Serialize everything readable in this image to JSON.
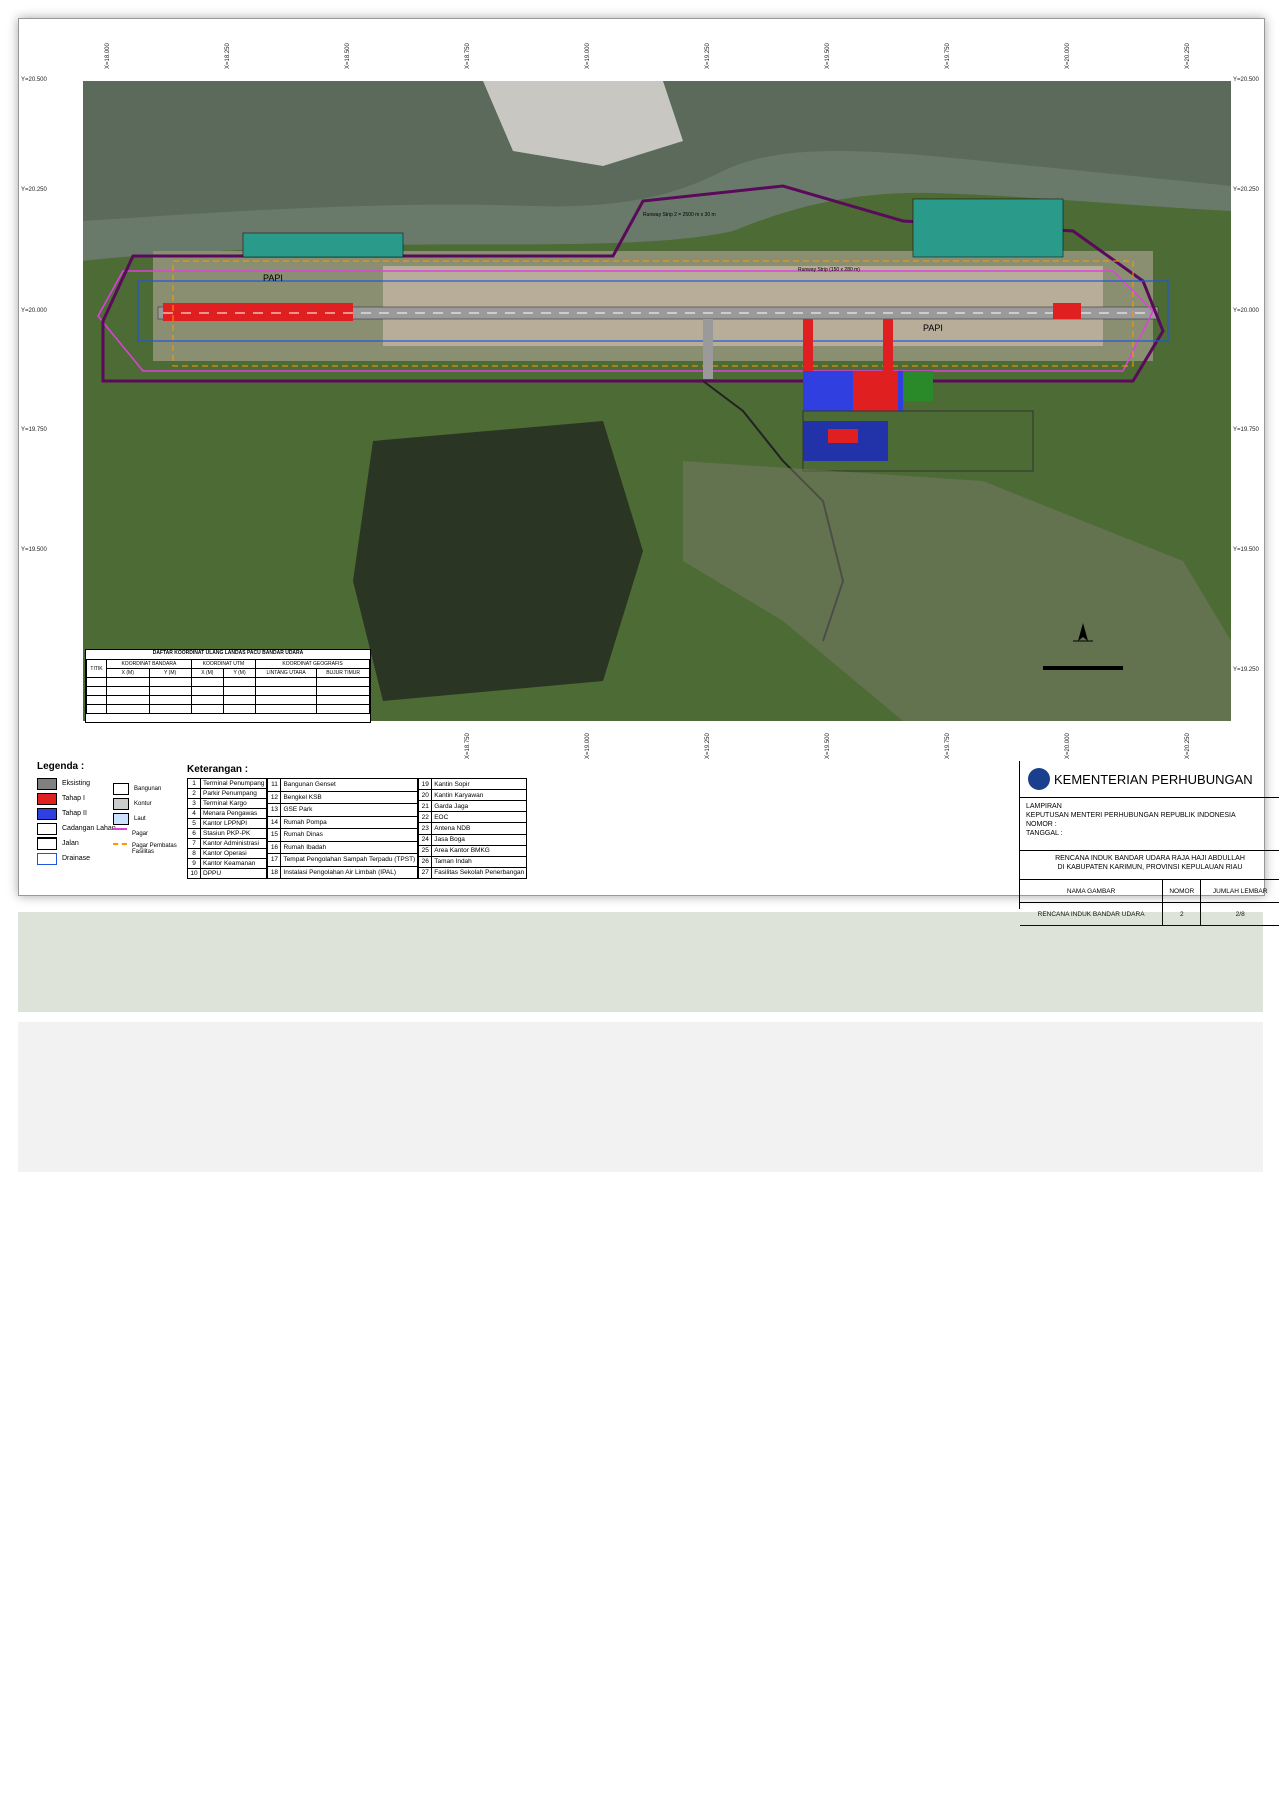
{
  "grid_labels": {
    "y_left": [
      "Y=20.500",
      "Y=20.250",
      "Y=20.000",
      "Y=19.750",
      "Y=19.500"
    ],
    "y_right": [
      "Y=20.500",
      "Y=20.250",
      "Y=20.000",
      "Y=19.750",
      "Y=19.500",
      "Y=19.250"
    ],
    "x_top": [
      "X=18.000",
      "X=18.250",
      "X=18.500",
      "X=18.750",
      "X=19.000",
      "X=19.250",
      "X=19.500",
      "X=19.750",
      "X=20.000",
      "X=20.250"
    ],
    "x_bottom": [
      "X=18.750",
      "X=19.000",
      "X=19.250",
      "X=19.500",
      "X=19.750",
      "X=20.000",
      "X=20.250"
    ]
  },
  "map_labels": {
    "papi_left": "PAPI",
    "papi_right": "PAPI",
    "runway_strip": "Runway Strip (150 x 280 m)",
    "runway": "Runway Strip 2 = 2500 m x 30 m"
  },
  "coordinate_table": {
    "title": "DAFTAR KOORDINAT ULANG LANDAS PACU BANDAR UDARA",
    "col_titik": "TITIK",
    "col_bandara": "KOORDINAT BANDARA",
    "col_utm": "KOORDINAT UTM",
    "col_geo": "KOORDINAT GEOGRAFIS",
    "sub": [
      "X (M)",
      "Y (M)",
      "X (M)",
      "Y (M)",
      "LINTANG UTARA",
      "BUJUR TIMUR"
    ]
  },
  "legend": {
    "title": "Legenda :",
    "items": [
      "Eksisting",
      "Tahap I",
      "Tahap II",
      "Cadangan Lahan",
      "Jalan",
      "Drainase"
    ],
    "items2": [
      "Bangunan",
      "Kontur",
      "Laut",
      "Pagar",
      "Pagar Pembatas Fasilitas"
    ]
  },
  "keterangan": {
    "title": "Keterangan :",
    "col1": [
      [
        "1",
        "Terminal Penumpang"
      ],
      [
        "2",
        "Parkir Penumpang"
      ],
      [
        "3",
        "Terminal Kargo"
      ],
      [
        "4",
        "Menara Pengawas"
      ],
      [
        "5",
        "Kantor LPPNPI"
      ],
      [
        "6",
        "Stasiun PKP-PK"
      ],
      [
        "7",
        "Kantor Administrasi"
      ],
      [
        "8",
        "Kantor Operasi"
      ],
      [
        "9",
        "Kantor Keamanan"
      ],
      [
        "10",
        "DPPU"
      ]
    ],
    "col2": [
      [
        "11",
        "Bangunan Genset"
      ],
      [
        "12",
        "Bengkel KSB"
      ],
      [
        "13",
        "GSE Park"
      ],
      [
        "14",
        "Rumah Pompa"
      ],
      [
        "15",
        "Rumah Dinas"
      ],
      [
        "16",
        "Rumah Ibadah"
      ],
      [
        "17",
        "Tempat Pengolahan Sampah Terpadu (TPST)"
      ],
      [
        "18",
        "Instalasi Pengolahan Air Limbah (IPAL)"
      ]
    ],
    "col3": [
      [
        "19",
        "Kantin Sopir"
      ],
      [
        "20",
        "Kantin Karyawan"
      ],
      [
        "21",
        "Garda Jaga"
      ],
      [
        "22",
        "EOC"
      ],
      [
        "23",
        "Antena NDB"
      ],
      [
        "24",
        "Jasa Boga"
      ],
      [
        "25",
        "Area Kantor BMKG"
      ],
      [
        "26",
        "Taman Indah"
      ],
      [
        "27",
        "Fasilitas Sekolah Penerbangan"
      ]
    ]
  },
  "title_block": {
    "ministry": "KEMENTERIAN PERHUBUNGAN",
    "lampiran": "LAMPIRAN",
    "keputusan": "KEPUTUSAN MENTERI PERHUBUNGAN REPUBLIK INDONESIA",
    "nomor": "NOMOR :",
    "tanggal": "TANGGAL :",
    "project_line1": "RENCANA INDUK BANDAR UDARA RAJA HAJI ABDULLAH",
    "project_line2": "DI KABUPATEN KARIMUN, PROVINSI KEPULAUAN RIAU",
    "col_nama": "NAMA GAMBAR",
    "col_nomor": "NOMOR",
    "col_lembar": "JUMLAH LEMBAR",
    "nama_gambar": "RENCANA INDUK BANDAR UDARA",
    "nomor_val": "2",
    "lembar_val": "2/8"
  },
  "colors": {
    "existing": "#808080",
    "tahap1": "#e02020",
    "tahap2": "#3040e0",
    "fence": "#e040e0",
    "water": "#5a6a58",
    "land": "#4d6b34"
  }
}
